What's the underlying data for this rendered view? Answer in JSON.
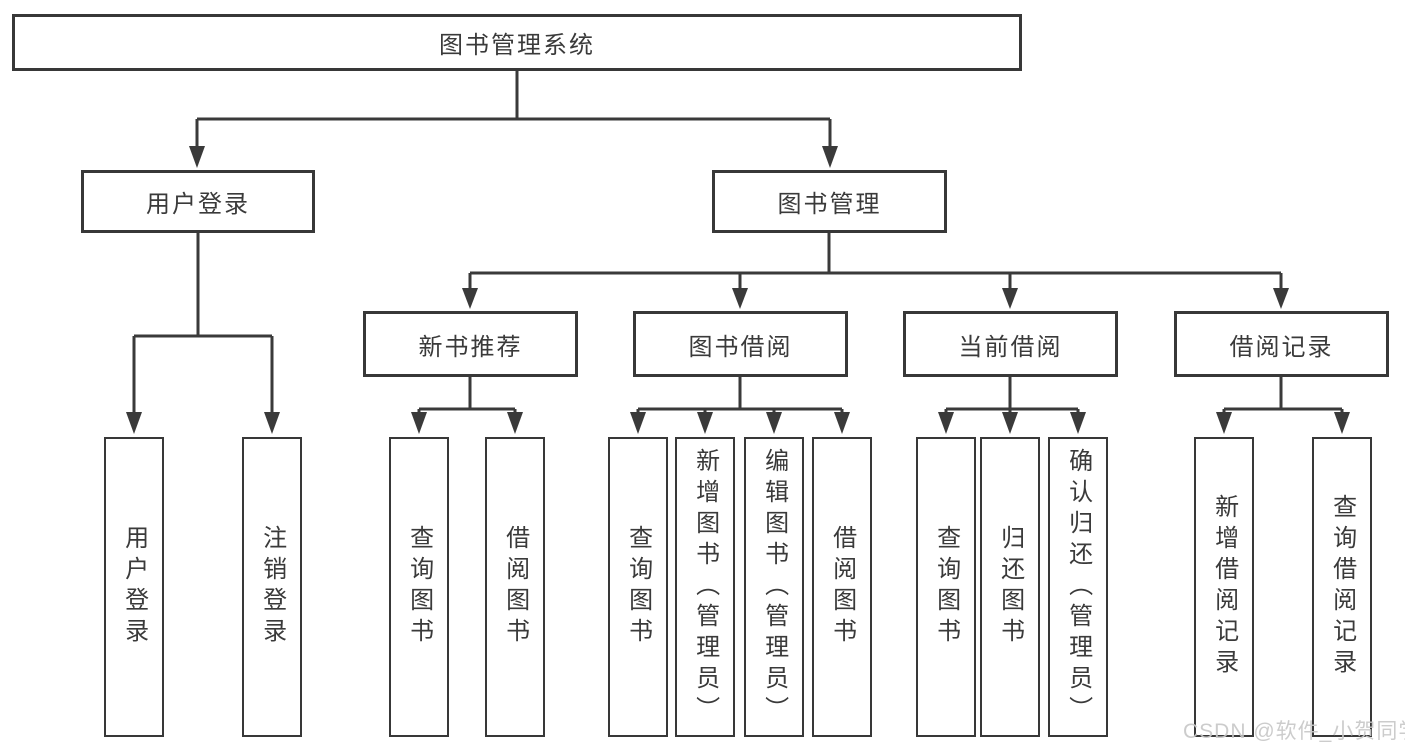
{
  "diagram": {
    "root": {
      "label": "图书管理系统"
    },
    "branches": [
      {
        "label": "用户登录",
        "children": [
          {
            "label": "用户登录"
          },
          {
            "label": "注销登录"
          }
        ]
      },
      {
        "label": "图书管理",
        "children": [
          {
            "label": "新书推荐",
            "children": [
              {
                "label": "查询图书"
              },
              {
                "label": "借阅图书"
              }
            ]
          },
          {
            "label": "图书借阅",
            "children": [
              {
                "label": "查询图书"
              },
              {
                "label": "新增图书（管理员）"
              },
              {
                "label": "编辑图书（管理员）"
              },
              {
                "label": "借阅图书"
              }
            ]
          },
          {
            "label": "当前借阅",
            "children": [
              {
                "label": "查询图书"
              },
              {
                "label": "归还图书"
              },
              {
                "label": "确认归还（管理员）"
              }
            ]
          },
          {
            "label": "借阅记录",
            "children": [
              {
                "label": "新增借阅记录"
              },
              {
                "label": "查询借阅记录"
              }
            ]
          }
        ]
      }
    ]
  },
  "watermark": {
    "text": "CSDN @软件_小贺同学"
  },
  "colors": {
    "line": "#3a3a3a",
    "box_border": "#383838",
    "text": "#3a3a3a",
    "background": "#ffffff",
    "watermark_text": "#c8c8c8"
  }
}
